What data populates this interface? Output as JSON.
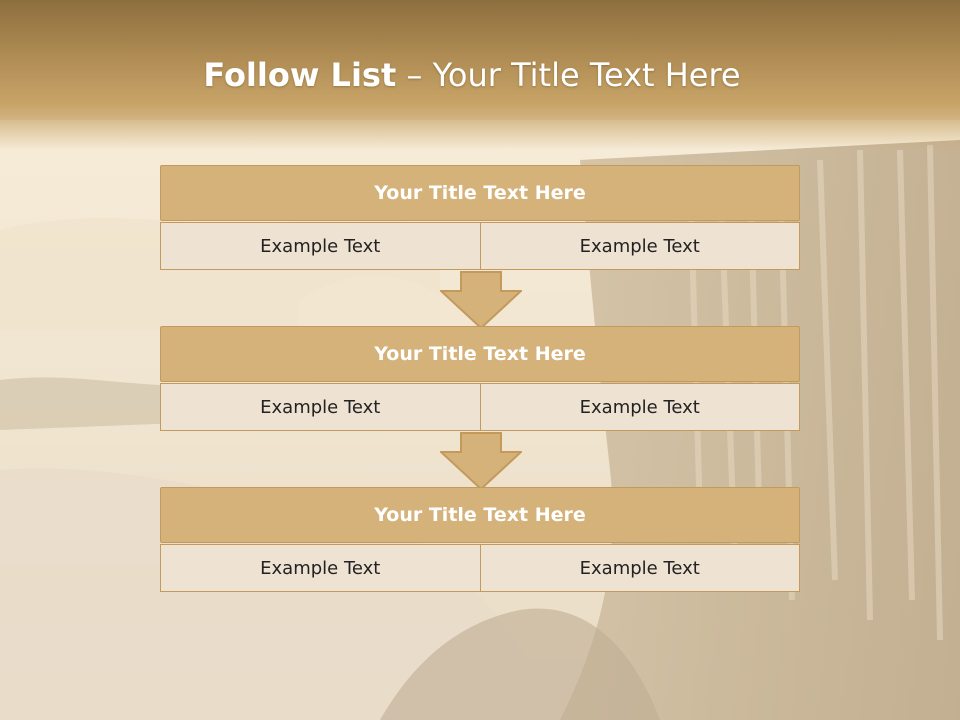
{
  "slide": {
    "title_bold": "Follow List",
    "title_rest": " – Your Title Text Here"
  },
  "blocks": [
    {
      "header": "Your Title Text Here",
      "left": "Example Text",
      "right": "Example Text"
    },
    {
      "header": "Your Title Text Here",
      "left": "Example Text",
      "right": "Example Text"
    },
    {
      "header": "Your Title Text Here",
      "left": "Example Text",
      "right": "Example Text"
    }
  ],
  "colors": {
    "header_fill": "#d4b27a",
    "cell_fill": "#eee2d3",
    "border": "#c39a5b",
    "title_band": "#ad8a52"
  },
  "icons": [
    "down-arrow-icon",
    "down-arrow-icon"
  ]
}
